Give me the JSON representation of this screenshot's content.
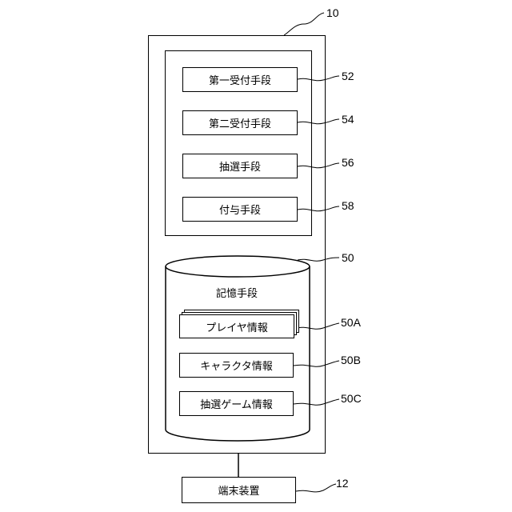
{
  "server": {
    "ref": "10",
    "units": [
      {
        "label": "第一受付手段",
        "ref": "52"
      },
      {
        "label": "第二受付手段",
        "ref": "54"
      },
      {
        "label": "抽選手段",
        "ref": "56"
      },
      {
        "label": "付与手段",
        "ref": "58"
      }
    ],
    "storage": {
      "title": "記憶手段",
      "ref": "50",
      "items": [
        {
          "label": "プレイヤ情報",
          "ref": "50A"
        },
        {
          "label": "キャラクタ情報",
          "ref": "50B"
        },
        {
          "label": "抽選ゲーム情報",
          "ref": "50C"
        }
      ]
    }
  },
  "terminal": {
    "label": "端末装置",
    "ref": "12"
  }
}
